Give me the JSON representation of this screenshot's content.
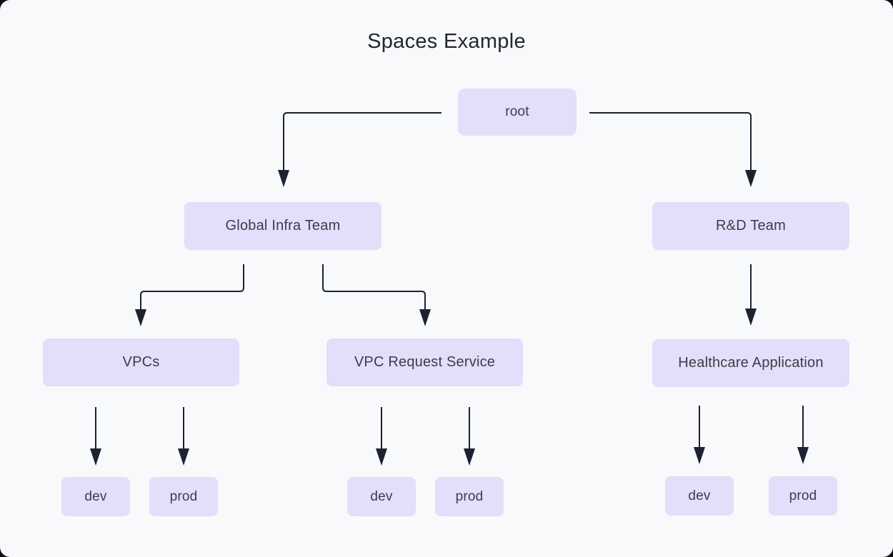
{
  "title": "Spaces Example",
  "colors": {
    "background": "#f8f9fb",
    "outside": "#101016",
    "node_fill": "#e3defa",
    "node_text": "#3b3e48",
    "edge": "#1e2130",
    "title_text": "#23262e"
  },
  "diagram": {
    "nodes": [
      {
        "id": "root",
        "label": "root"
      },
      {
        "id": "global-infra-team",
        "label": "Global Infra Team"
      },
      {
        "id": "rd-team",
        "label": "R&D Team"
      },
      {
        "id": "vpcs",
        "label": "VPCs"
      },
      {
        "id": "vpc-request-service",
        "label": "VPC Request Service"
      },
      {
        "id": "healthcare-application",
        "label": "Healthcare Application"
      },
      {
        "id": "vpcs-dev",
        "label": "dev"
      },
      {
        "id": "vpcs-prod",
        "label": "prod"
      },
      {
        "id": "vpc-request-service-dev",
        "label": "dev"
      },
      {
        "id": "vpc-request-service-prod",
        "label": "prod"
      },
      {
        "id": "healthcare-application-dev",
        "label": "dev"
      },
      {
        "id": "healthcare-application-prod",
        "label": "prod"
      }
    ],
    "edges": [
      {
        "from": "root",
        "to": "global-infra-team"
      },
      {
        "from": "root",
        "to": "rd-team"
      },
      {
        "from": "global-infra-team",
        "to": "vpcs"
      },
      {
        "from": "global-infra-team",
        "to": "vpc-request-service"
      },
      {
        "from": "rd-team",
        "to": "healthcare-application"
      },
      {
        "from": "vpcs",
        "to": "vpcs-dev"
      },
      {
        "from": "vpcs",
        "to": "vpcs-prod"
      },
      {
        "from": "vpc-request-service",
        "to": "vpc-request-service-dev"
      },
      {
        "from": "vpc-request-service",
        "to": "vpc-request-service-prod"
      },
      {
        "from": "healthcare-application",
        "to": "healthcare-application-dev"
      },
      {
        "from": "healthcare-application",
        "to": "healthcare-application-prod"
      }
    ]
  }
}
